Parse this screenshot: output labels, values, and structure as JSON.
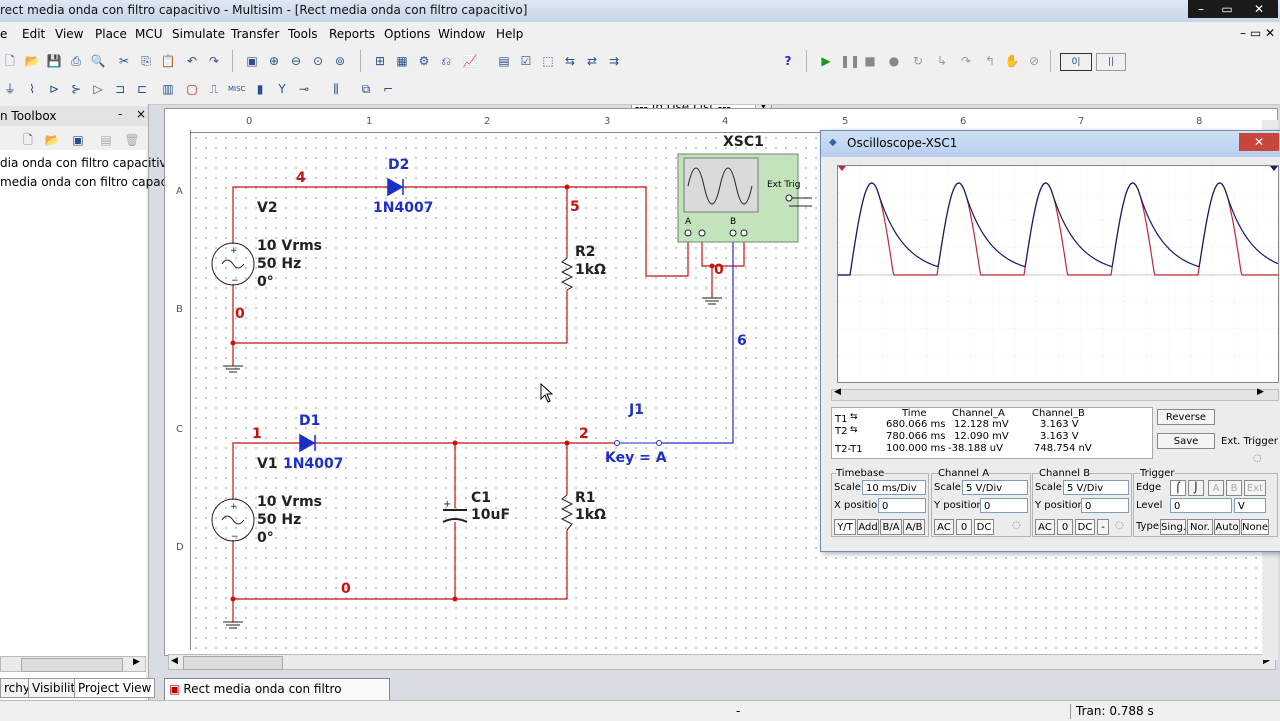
{
  "window": {
    "title": "rect media onda con filtro capacitivo - Multisim - [Rect media onda con filtro capacitivo]"
  },
  "menu": [
    "Edit",
    "View",
    "Place",
    "MCU",
    "Simulate",
    "Transfer",
    "Tools",
    "Reports",
    "Options",
    "Window",
    "Help"
  ],
  "toolbar": {
    "in_use_list": "--- In Use List ---",
    "help_icon": "?"
  },
  "toolbox": {
    "title": "n Toolbox",
    "items": [
      "dia onda con filtro capacitiv",
      "media onda con filtro capac"
    ],
    "tabs": [
      "rchy",
      "Visibility",
      "Project View"
    ]
  },
  "ruler": {
    "top": [
      "0",
      "1",
      "2",
      "3",
      "4",
      "5",
      "6",
      "7",
      "8"
    ],
    "left": [
      "A",
      "B",
      "C",
      "D"
    ]
  },
  "schematic": {
    "v2": {
      "name": "V2",
      "line1": "10 Vrms",
      "line2": "50 Hz",
      "line3": "0°"
    },
    "v1": {
      "name": "V1",
      "line1": "10 Vrms",
      "line2": "50 Hz",
      "line3": "0°"
    },
    "d2": {
      "name": "D2",
      "model": "1N4007"
    },
    "d1": {
      "name": "D1",
      "model": "1N4007"
    },
    "r2": {
      "name": "R2",
      "value": "1kΩ"
    },
    "r1": {
      "name": "R1",
      "value": "1kΩ"
    },
    "c1": {
      "name": "C1",
      "value": "10uF"
    },
    "j1": {
      "name": "J1",
      "key": "Key = A"
    },
    "nets": {
      "n4": "4",
      "n5": "5",
      "n0a": "0",
      "n0b": "0",
      "n0c": "0",
      "n6": "6",
      "n1": "1",
      "n2": "2"
    },
    "xsc": {
      "name": "XSC1",
      "ext_trig": "Ext Trig",
      "a": "A",
      "b": "B"
    }
  },
  "document_tab": "Rect media onda con filtro capacitivo",
  "status": {
    "tran": "Tran: 0.788 s"
  },
  "oscilloscope": {
    "title": "Oscilloscope-XSC1",
    "table": {
      "headers": [
        "Time",
        "Channel_A",
        "Channel_B"
      ],
      "rows": [
        {
          "label": "T1",
          "time": "680.066 ms",
          "a": "12.128 mV",
          "b": "3.163 V"
        },
        {
          "label": "T2",
          "time": "780.066 ms",
          "a": "12.090 mV",
          "b": "3.163 V"
        },
        {
          "label": "T2-T1",
          "time": "100.000 ms",
          "a": "-38.188 uV",
          "b": "748.754 nV"
        }
      ]
    },
    "buttons": {
      "reverse": "Reverse",
      "save": "Save",
      "ext_trigger": "Ext. Trigger"
    },
    "timebase": {
      "title": "Timebase",
      "scale_label": "Scale",
      "scale": "10 ms/Div",
      "xpos_label": "X position",
      "xpos": "0",
      "modes": [
        "Y/T",
        "Add",
        "B/A",
        "A/B"
      ]
    },
    "channel_a": {
      "title": "Channel A",
      "scale_label": "Scale",
      "scale": "5  V/Div",
      "ypos_label": "Y position",
      "ypos": "0",
      "modes": [
        "AC",
        "0",
        "DC"
      ]
    },
    "channel_b": {
      "title": "Channel B",
      "scale_label": "Scale",
      "scale": "5  V/Div",
      "ypos_label": "Y position",
      "ypos": "0",
      "modes": [
        "AC",
        "0",
        "DC",
        "-"
      ]
    },
    "trigger": {
      "title": "Trigger",
      "edge_label": "Edge",
      "level_label": "Level",
      "level": "0",
      "level_unit": "V",
      "type_label": "Type",
      "types": [
        "Sing.",
        "Nor.",
        "Auto",
        "None"
      ],
      "edge_buttons": [
        "A",
        "B",
        "Ext"
      ]
    },
    "colors": {
      "channel_a": "#c0283a",
      "channel_b": "#1a1a6e"
    }
  }
}
